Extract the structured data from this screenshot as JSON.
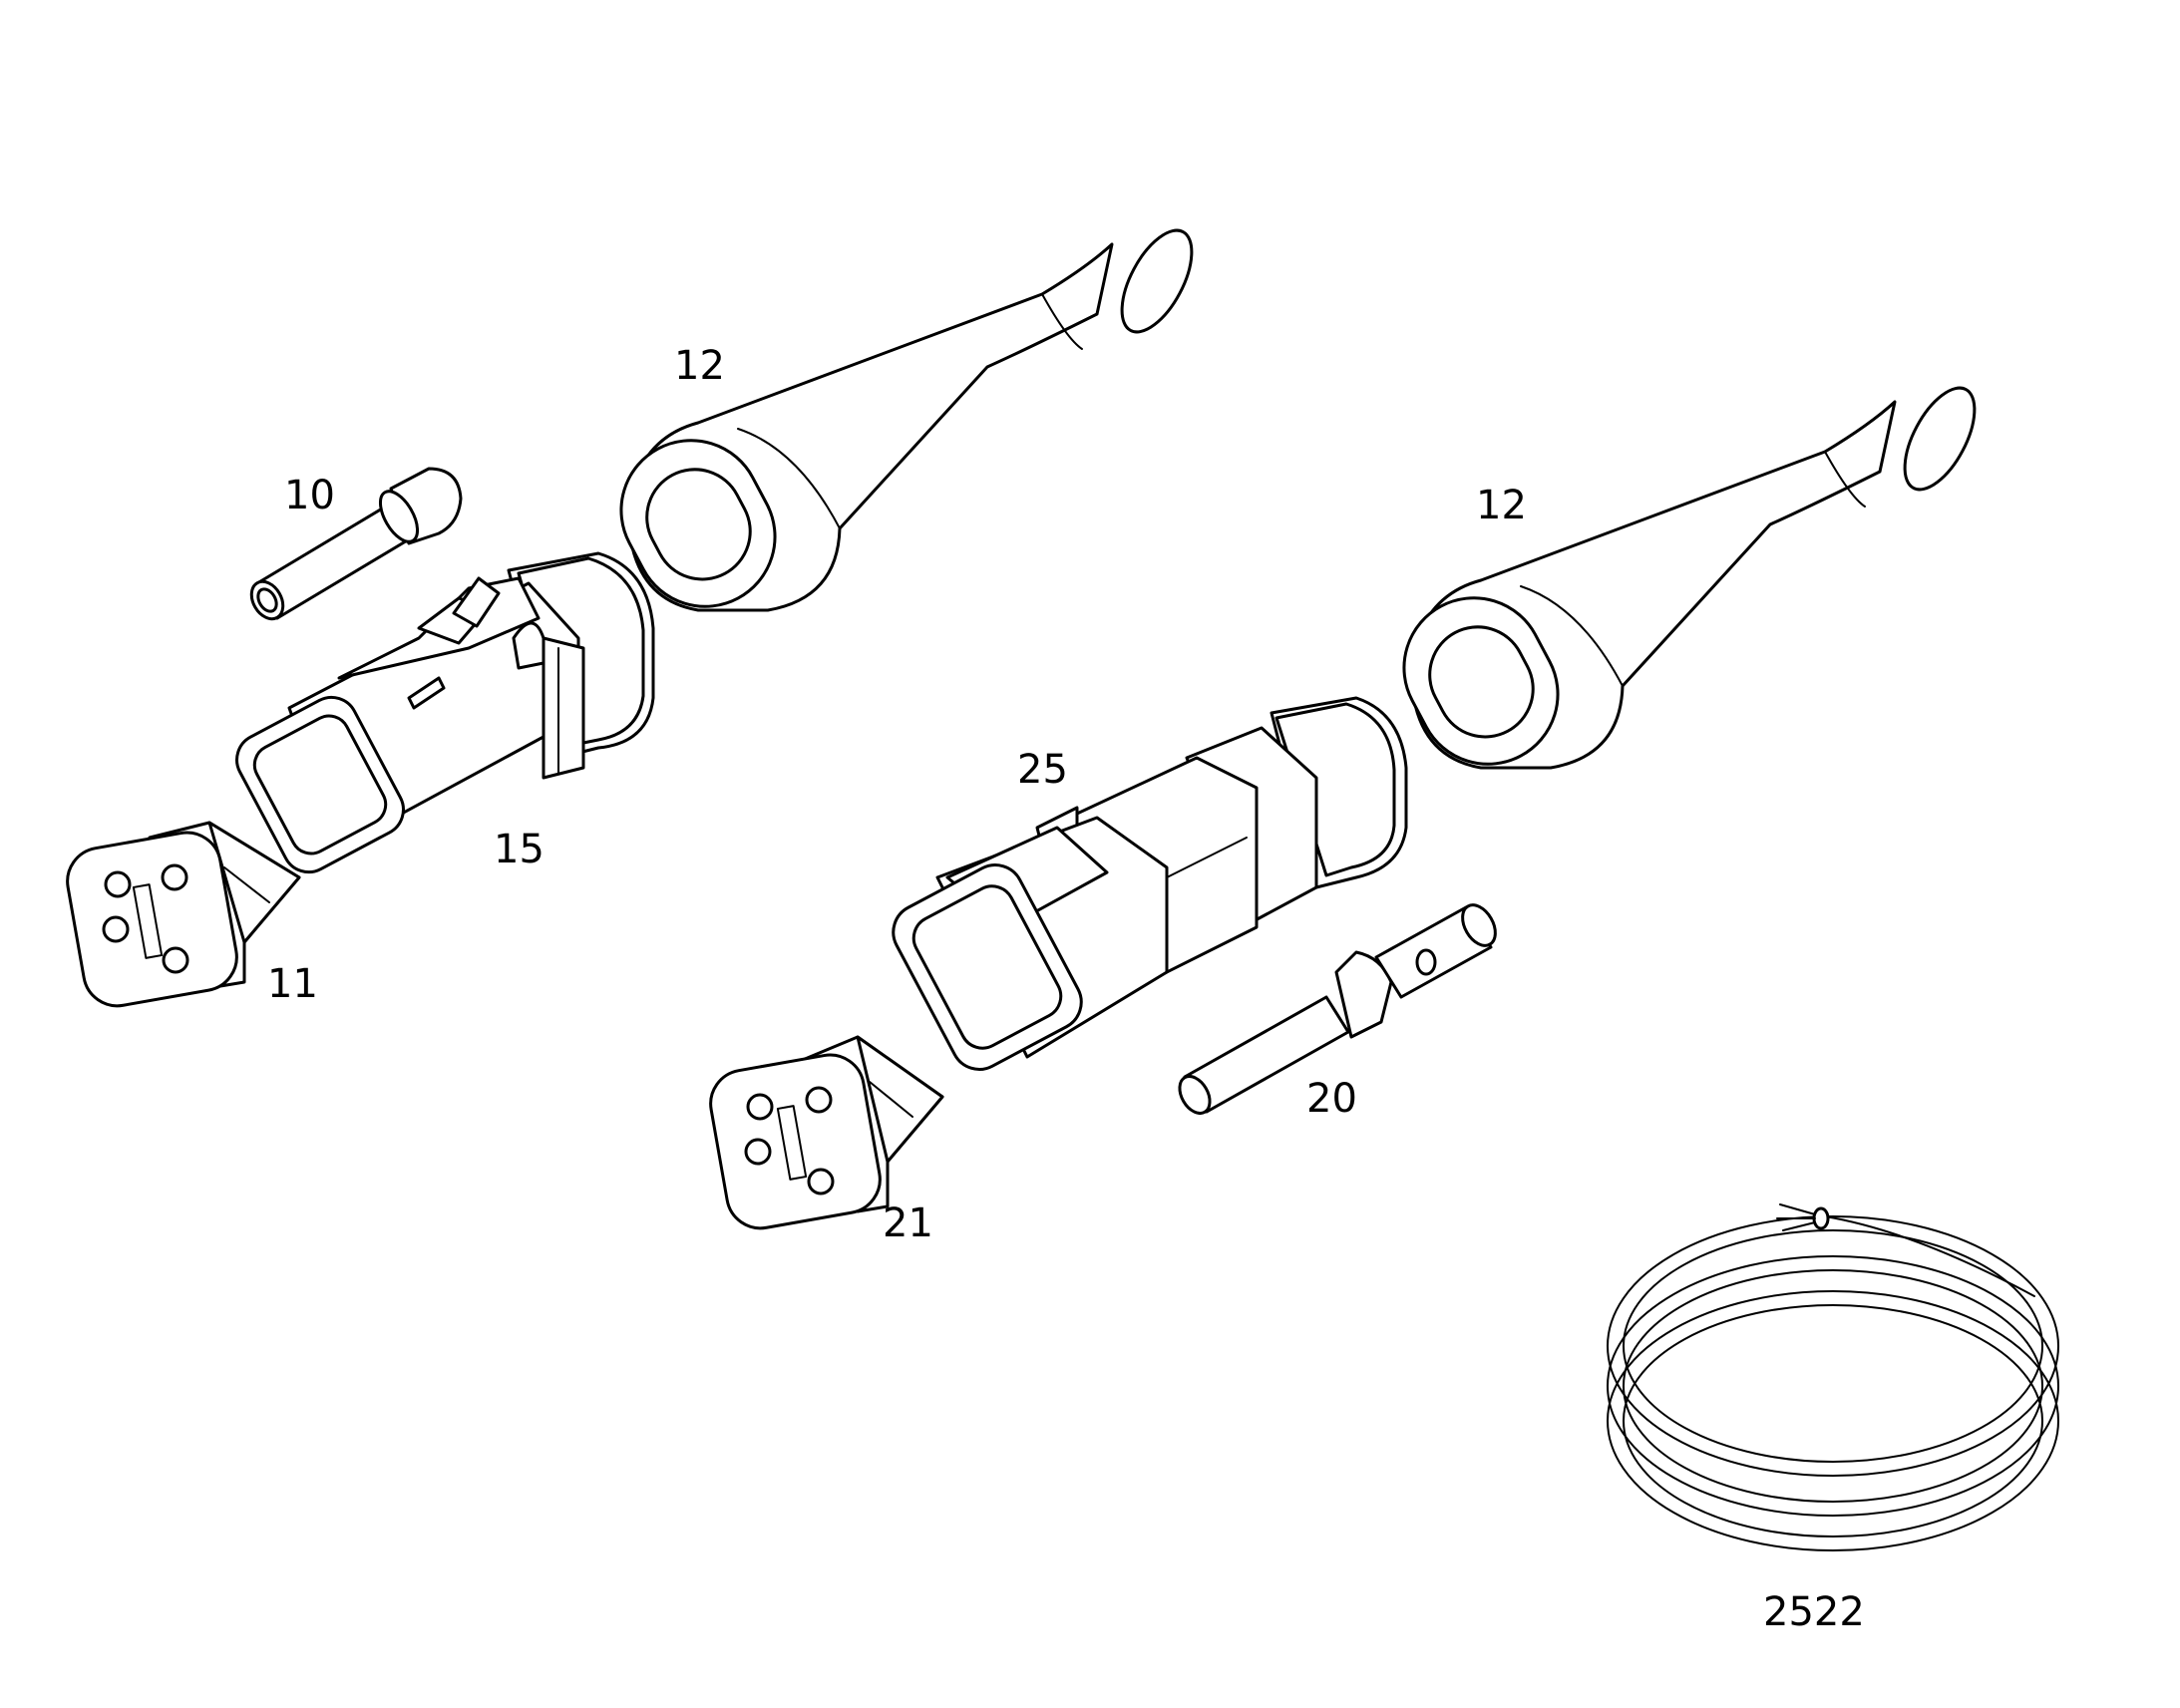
{
  "callouts": {
    "boot_upper": "12",
    "boot_lower": "12",
    "terminal_socket": "10",
    "housing_receptacle": "15",
    "wedge_left": "11",
    "housing_plug": "25",
    "terminal_pin": "20",
    "wedge_right": "21",
    "wire_coil": "2522"
  },
  "colors": {
    "line": "#000000",
    "background": "#ffffff"
  }
}
